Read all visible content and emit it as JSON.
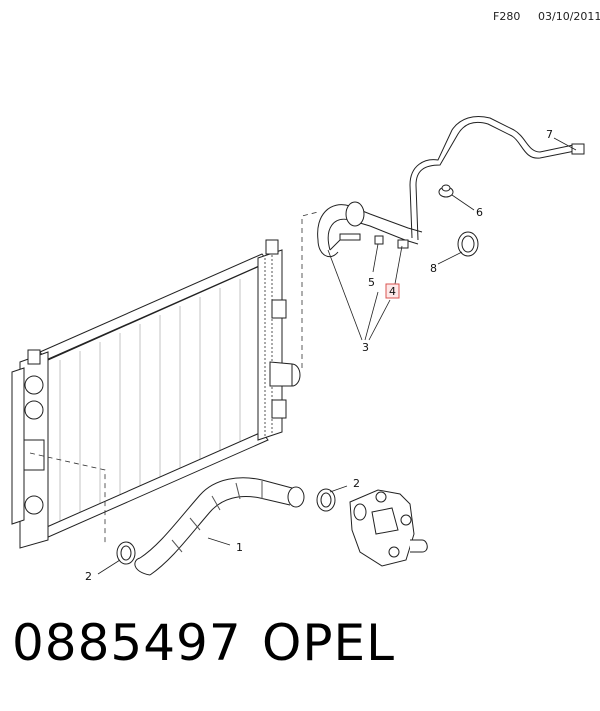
{
  "header": {
    "code": "F280",
    "date": "03/10/2011"
  },
  "callouts": {
    "c1": "1",
    "c2a": "2",
    "c2b": "2",
    "c3": "3",
    "c4": "4",
    "c5": "5",
    "c6": "6",
    "c7": "7",
    "c8": "8"
  },
  "highlight_color": "#d9534f",
  "footer": {
    "part_number": "0885497",
    "brand": "OPEL"
  }
}
